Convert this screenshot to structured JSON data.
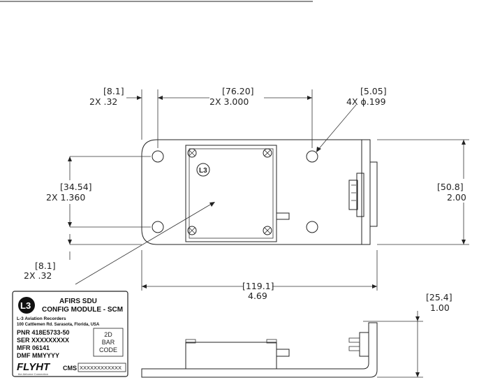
{
  "dimensions": {
    "left_offset_metric": "[8.1]",
    "left_offset_inch": "2X .32",
    "hole_spacing_metric": "[76.20]",
    "hole_spacing_inch": "2X 3.000",
    "hole_dia_metric": "[5.05]",
    "hole_dia_inch": "4X ϕ.199",
    "vertical_spacing_metric": "[34.54]",
    "vertical_spacing_inch": "2X 1.360",
    "height_metric": "[50.8]",
    "height_inch": "2.00",
    "bottom_offset_metric": "[8.1]",
    "bottom_offset_inch": "2X .32",
    "length_metric": "[119.1]",
    "length_inch": "4.69",
    "side_height_metric": "[25.4]",
    "side_height_inch": "1.00"
  },
  "label": {
    "logo": "L3",
    "title_line1": "AFIRS SDU",
    "title_line2": "CONFIG MODULE - SCM",
    "company_line1": "L-3 Aviation Recorders",
    "company_line2": "100 Cattlemen Rd. Sarasota, Florida, USA",
    "pnr": "PNR 418E5733-50",
    "ser": "SER XXXXXXXXX",
    "mfr": "MFR 06141",
    "dmf": "DMF MMYYYY",
    "barcode_line1": "2D",
    "barcode_line2": "BAR",
    "barcode_line3": "CODE",
    "flyht_logo": "FLYHT",
    "flyht_tagline": "the Airborne Connection",
    "cms_label": "CMS",
    "cms_value": "XXXXXXXXXXXX"
  },
  "module_logo": "L3"
}
